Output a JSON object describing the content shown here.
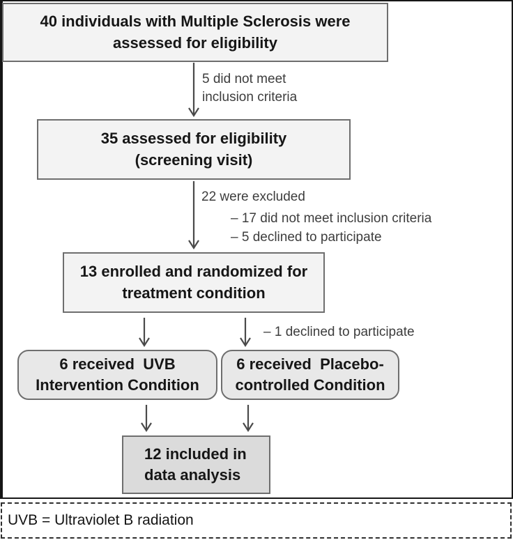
{
  "palette": {
    "box-light": "#f3f3f3",
    "box-mid": "#e8e8e8",
    "box-dark": "#dbdbdb",
    "box-border": "#6e6e6e",
    "outer-border": "#161616",
    "arrow": "#4a4a4a",
    "text-dark": "#161616",
    "label-text": "#3d3d3d"
  },
  "flowchart": {
    "boxes": {
      "assessed": "40 individuals with Multiple Sclerosis were\nassessed for eligibility",
      "screened": "35 assessed for eligibility\n(screening visit)",
      "randomized": "13 enrolled and randomized for\ntreatment condition",
      "uvb_group": "6 received  UVB\nIntervention Condition",
      "placebo_group": "6 received  Placebo-\ncontrolled Condition",
      "analysis": "12 included in\ndata analysis"
    },
    "labels": {
      "not_meet": "5 did not meet\ninclusion criteria",
      "excluded_head": "22 were excluded",
      "excluded_item1": "– 17 did not meet inclusion criteria",
      "excluded_item2": "– 5 declined to participate",
      "declined_one": "– 1 declined to participate"
    }
  },
  "legend": {
    "note": "UVB = Ultraviolet B radiation"
  }
}
